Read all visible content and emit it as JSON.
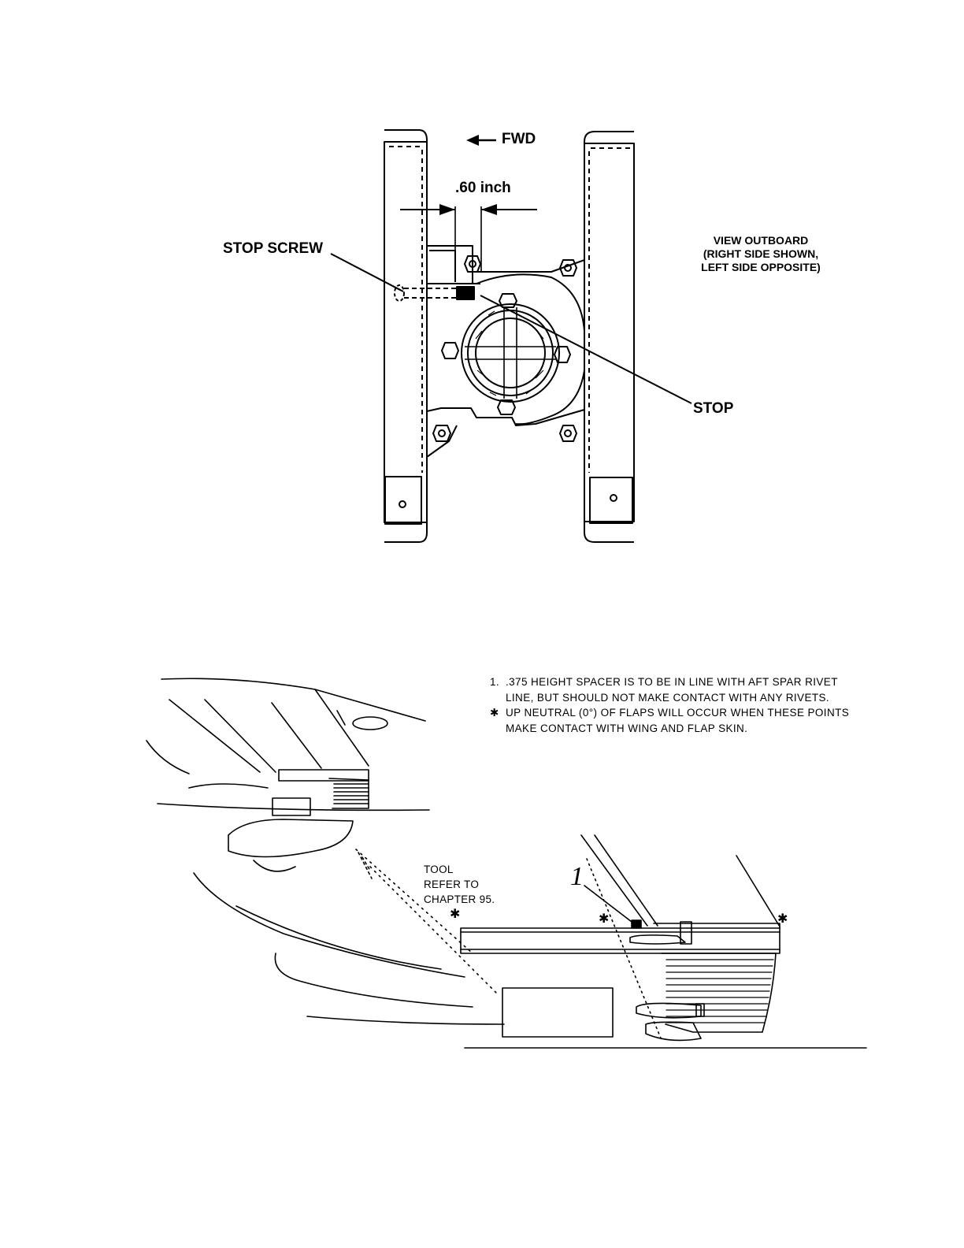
{
  "top_view": {
    "fwd_label": "FWD",
    "dimension": ".60 inch",
    "stop_screw_label": "STOP SCREW",
    "stop_label": "STOP",
    "view_lines": [
      "VIEW OUTBOARD",
      "(RIGHT SIDE SHOWN,",
      "LEFT SIDE OPPOSITE)"
    ]
  },
  "bottom_view": {
    "notes": [
      {
        "marker": "1.",
        "text": ".375 HEIGHT SPACER IS TO BE IN LINE WITH AFT SPAR RIVET LINE, BUT SHOULD NOT MAKE CONTACT WITH ANY RIVETS."
      },
      {
        "marker": "✱",
        "text": "UP NEUTRAL (0°) OF FLAPS WILL OCCUR WHEN THESE POINTS MAKE CONTACT WITH WING AND FLAP SKIN."
      }
    ],
    "tool_lines": [
      "TOOL",
      "REFER TO",
      "CHAPTER 95."
    ],
    "callout_number": "1",
    "contact_marker": "✱"
  }
}
